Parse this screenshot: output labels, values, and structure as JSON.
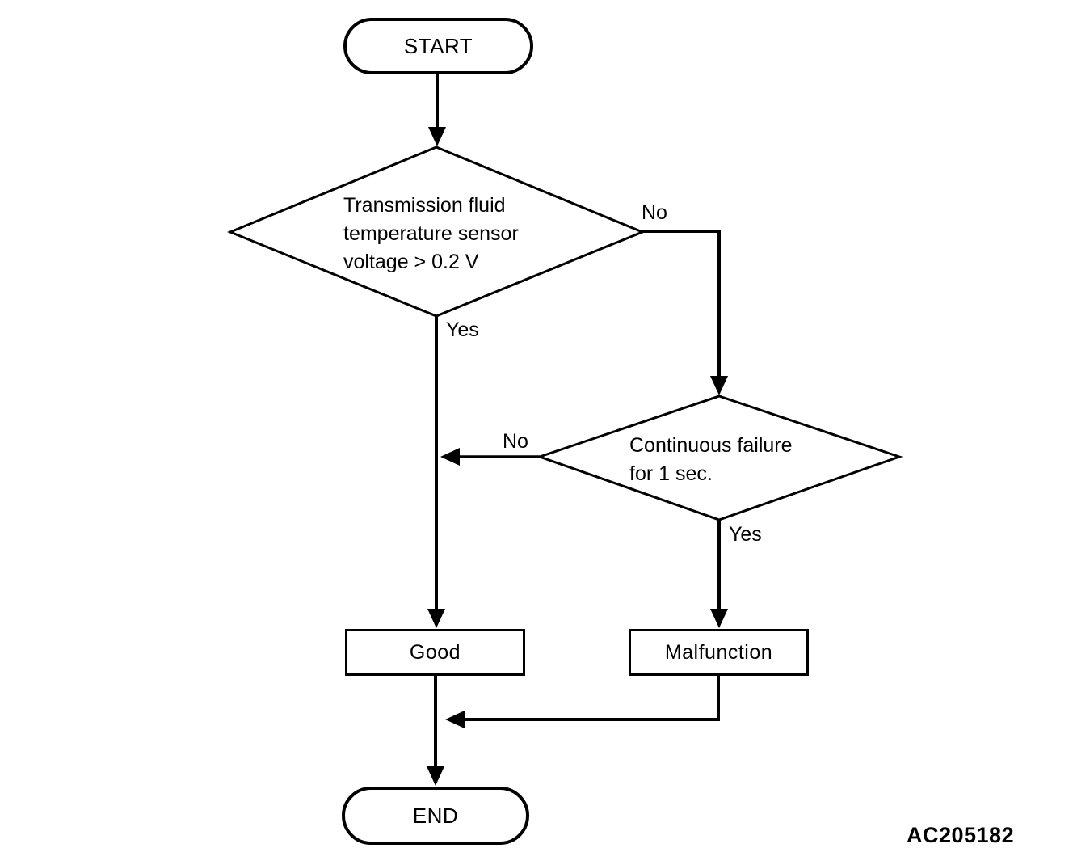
{
  "page": {
    "background_color": "#ffffff",
    "ink_color": "#000000",
    "figure_code": "AC205182"
  },
  "flowchart": {
    "start": {
      "label": "START"
    },
    "decision_voltage": {
      "line1": "Transmission fluid",
      "line2": "temperature sensor",
      "line3": "voltage > 0.2 V",
      "no_label": "No",
      "yes_label": "Yes"
    },
    "decision_failure": {
      "line1": "Continuous failure",
      "line2": "for 1 sec.",
      "no_label": "No",
      "yes_label": "Yes"
    },
    "good": {
      "label": "Good"
    },
    "malfunction": {
      "label": "Malfunction"
    },
    "end": {
      "label": "END"
    }
  }
}
